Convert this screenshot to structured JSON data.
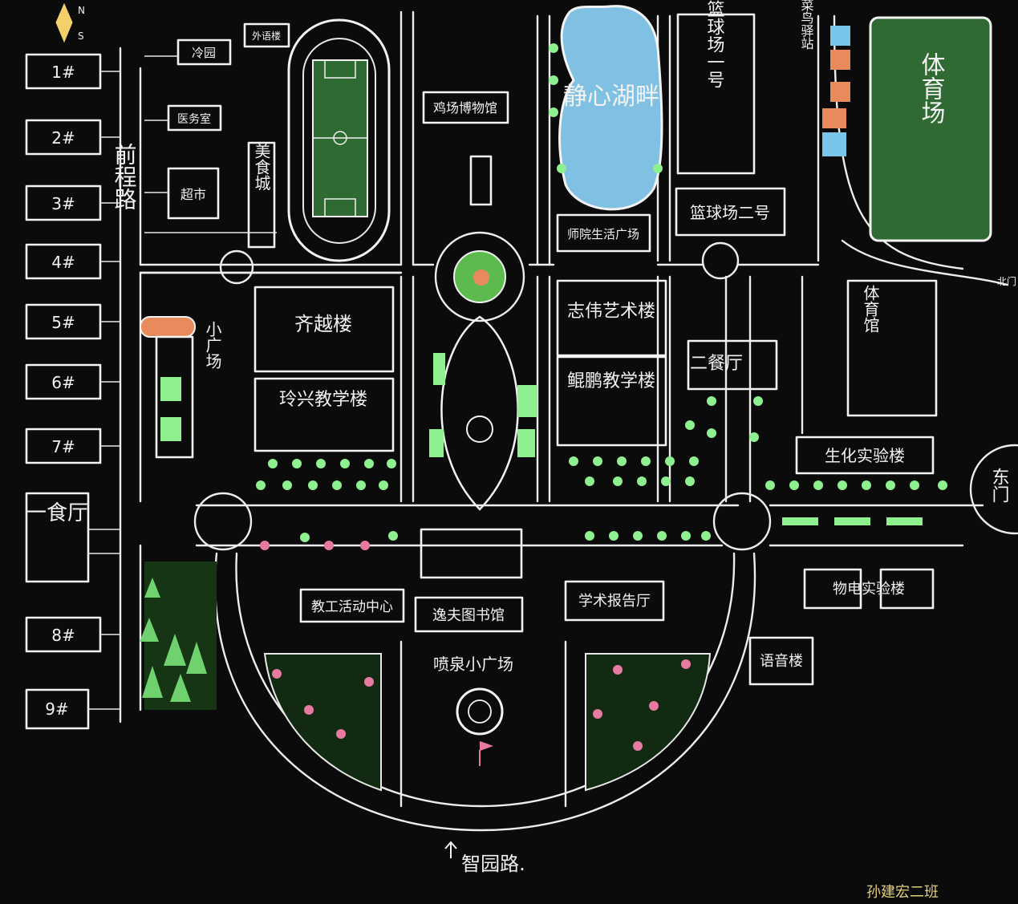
{
  "compass": {
    "north": "N",
    "south": "S",
    "color": "#f2d16b"
  },
  "dorms": [
    "1#",
    "2#",
    "3#",
    "4#",
    "5#",
    "6#",
    "7#",
    "一食厅",
    "8#",
    "9#"
  ],
  "roads": {
    "west": "前程路",
    "south": "智园路."
  },
  "buildings": {
    "lengyuan": "冷园",
    "hospital": "医务室",
    "foreign_lang": "外语楼",
    "supermarket": "超市",
    "food_court": "美食城",
    "museum": "鸡场博物馆",
    "lake": "静心湖畔",
    "basketball1": "篮球场一号",
    "basketball2": "篮球场二号",
    "post_station": "菜鸟驿站",
    "stadium": "体育场",
    "qiyue": "齐越楼",
    "small_square": "小广场",
    "lingxing": "玲兴教学楼",
    "shiyuan_square": "师院生活广场",
    "zhiwei": "志伟艺术楼",
    "kunpeng": "鲲鹏教学楼",
    "canteen2": "二餐厅",
    "gym": "体育馆",
    "biochem": "生化实验楼",
    "east_gate": "东门",
    "physics": "物电实验楼",
    "staff": "教工活动中心",
    "library": "逸夫图书馆",
    "lecture": "学术报告厅",
    "fountain": "喷泉小广场",
    "language": "语音楼",
    "edge_mark": "北门"
  },
  "signature": "孙建宏二班",
  "colors": {
    "board": "#0b0b0c",
    "chalk": "#f2f2f2",
    "grass": "#3f7d3a",
    "lake": "#7fc0e3",
    "tree": "#8ef08e",
    "pink": "#e77aa0",
    "orange": "#e98a5c",
    "blue": "#77c6e9"
  }
}
